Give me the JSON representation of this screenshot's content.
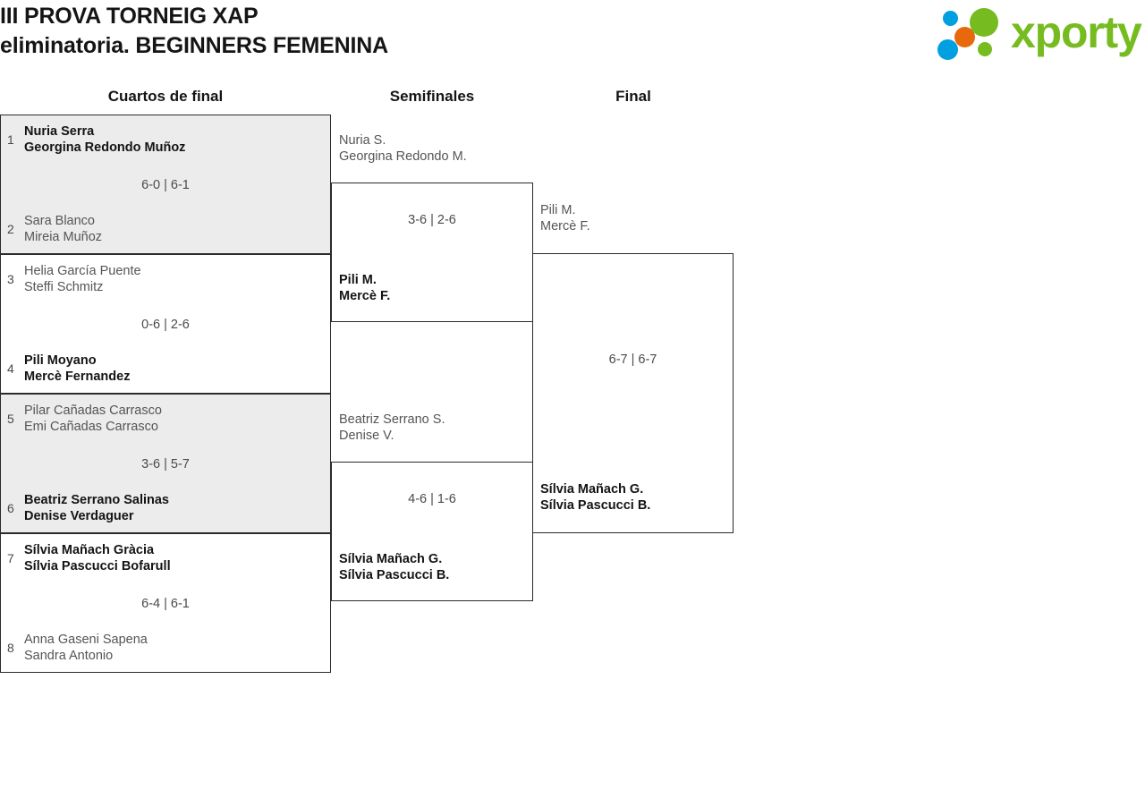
{
  "header": {
    "title_line1": "III PROVA TORNEIG XAP",
    "title_line2": "eliminatoria. BEGINNERS FEMENINA",
    "logo_word": "xporty",
    "logo_colors": {
      "green": "#76bc21",
      "blue": "#00a0e0",
      "orange": "#e8690b"
    }
  },
  "rounds": [
    {
      "key": "qf",
      "label": "Cuartos de final"
    },
    {
      "key": "sf",
      "label": "Semifinales"
    },
    {
      "key": "f",
      "label": "Final"
    }
  ],
  "quarterfinals": [
    {
      "seed_top": "1",
      "top_p1": "Nuria Serra",
      "top_p2": "Georgina Redondo Muñoz",
      "seed_bottom": "2",
      "bottom_p1": "Sara Blanco",
      "bottom_p2": "Mireia Muñoz",
      "score": "6-0 | 6-1",
      "winner": "top"
    },
    {
      "seed_top": "3",
      "top_p1": "Helia García Puente",
      "top_p2": "Steffi Schmitz",
      "seed_bottom": "4",
      "bottom_p1": "Pili Moyano",
      "bottom_p2": "Mercè Fernandez",
      "score": "0-6 | 2-6",
      "winner": "bottom"
    },
    {
      "seed_top": "5",
      "top_p1": "Pilar Cañadas Carrasco",
      "top_p2": "Emi Cañadas Carrasco",
      "seed_bottom": "6",
      "bottom_p1": "Beatriz Serrano Salinas",
      "bottom_p2": "Denise Verdaguer",
      "score": "3-6 | 5-7",
      "winner": "bottom"
    },
    {
      "seed_top": "7",
      "top_p1": "Sílvia Mañach Gràcia",
      "top_p2": "Sílvia Pascucci Bofarull",
      "seed_bottom": "8",
      "bottom_p1": "Anna Gaseni Sapena",
      "bottom_p2": "Sandra Antonio",
      "score": "6-4 | 6-1",
      "winner": "top"
    }
  ],
  "semifinals": [
    {
      "top_p1": "Nuria S.",
      "top_p2": "Georgina Redondo M.",
      "bottom_p1": "Pili M.",
      "bottom_p2": "Mercè F.",
      "score": "3-6 | 2-6",
      "winner": "bottom"
    },
    {
      "top_p1": "Beatriz Serrano S.",
      "top_p2": "Denise V.",
      "bottom_p1": "Sílvia Mañach G.",
      "bottom_p2": "Sílvia Pascucci B.",
      "score": "4-6 | 1-6",
      "winner": "bottom"
    }
  ],
  "final": {
    "top_p1": "Pili M.",
    "top_p2": "Mercè F.",
    "bottom_p1": "Sílvia Mañach G.",
    "bottom_p2": "Sílvia Pascucci B.",
    "score": "6-7 | 6-7",
    "winner": "bottom"
  }
}
